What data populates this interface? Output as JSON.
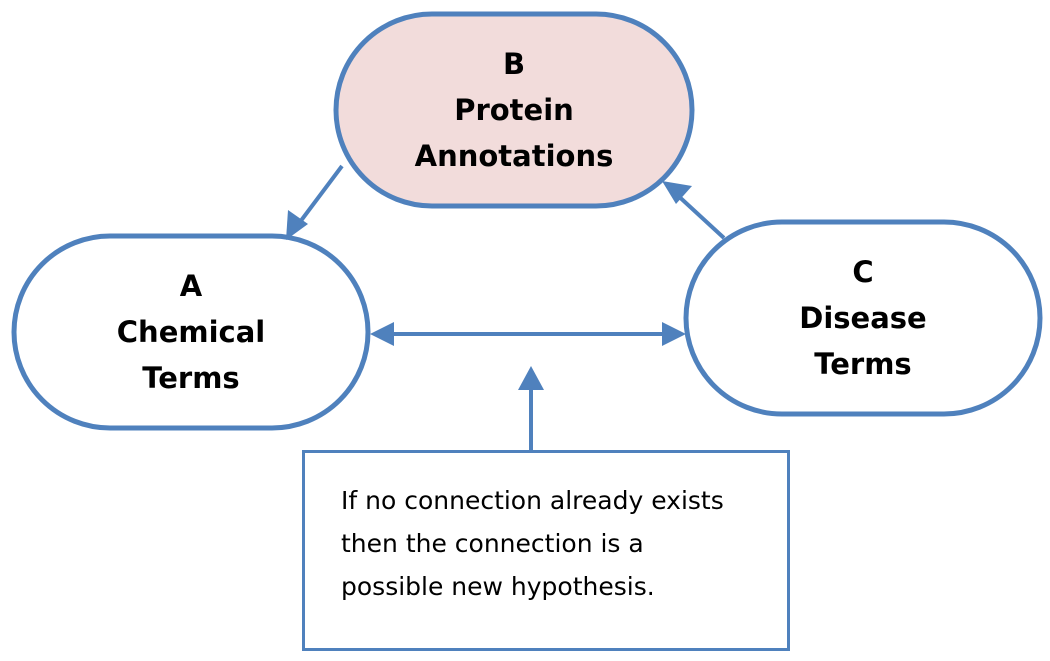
{
  "colors": {
    "stroke": "#4f81bd",
    "node_b_fill": "#f2dcdb",
    "node_fill": "#ffffff",
    "text": "#000000"
  },
  "nodes": {
    "b": {
      "letter": "B",
      "line1": "Protein",
      "line2": "Annotations"
    },
    "a": {
      "letter": "A",
      "line1": "Chemical",
      "line2": "Terms"
    },
    "c": {
      "letter": "C",
      "line1": "Disease",
      "line2": "Terms"
    }
  },
  "note": {
    "line1": "If no connection already exists",
    "line2": "then the connection is a",
    "line3": "possible new hypothesis."
  }
}
